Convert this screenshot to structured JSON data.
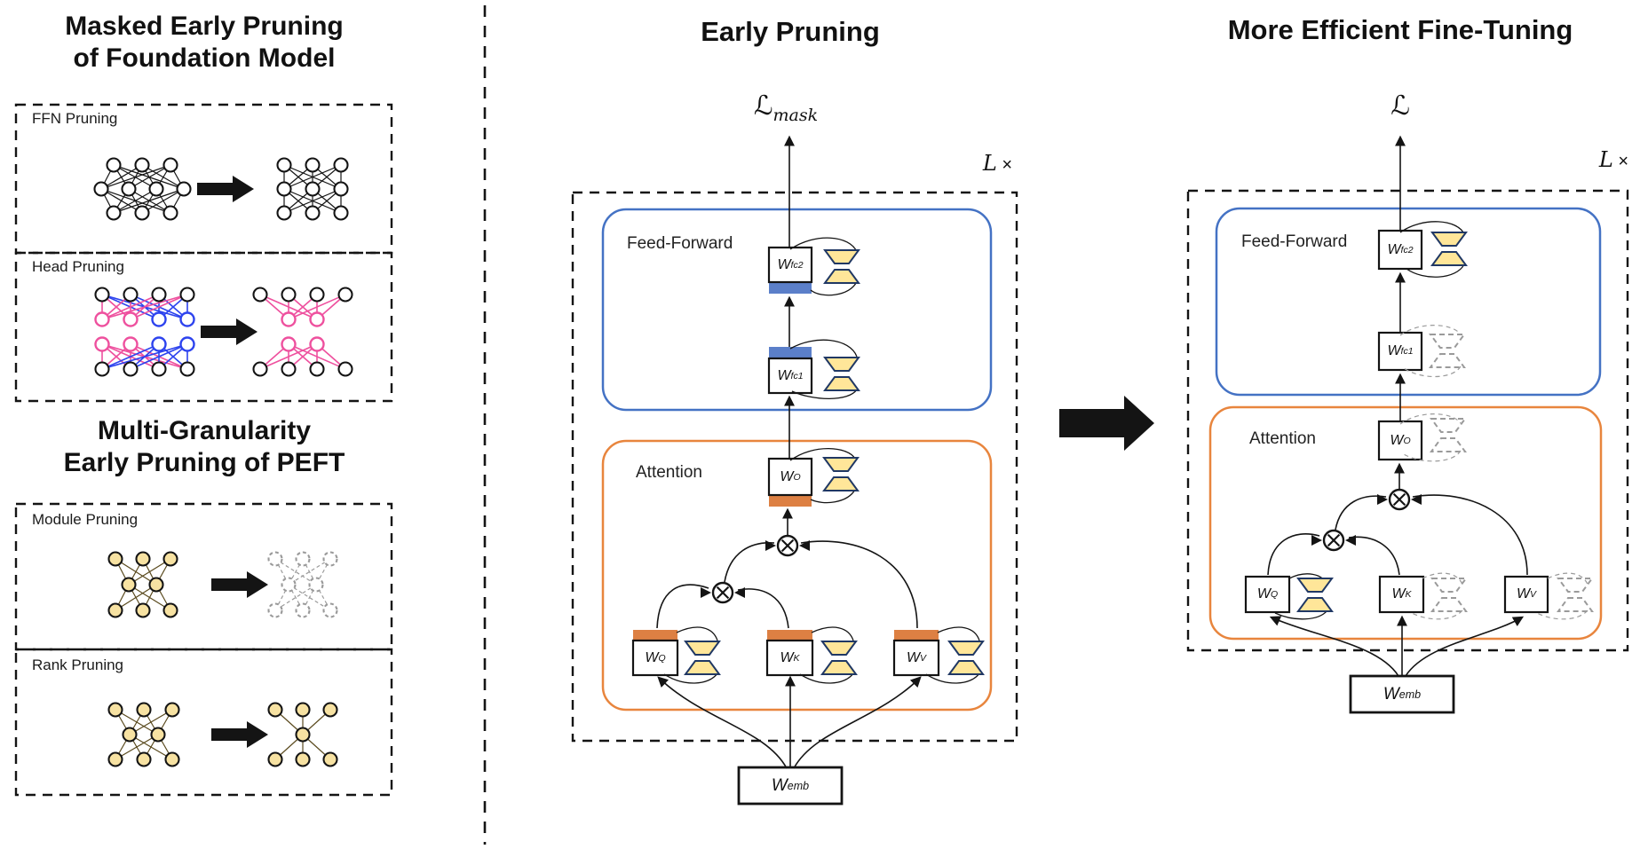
{
  "colors": {
    "accent_blue": "#4472c4",
    "accent_orange": "#e8853d",
    "bar_blue": "#5b7fc9",
    "bar_orange": "#dd8043",
    "adapter_fill": "#ffe699",
    "adapter_border": "#203864",
    "node_yellow": "#f7e2a2",
    "yellow_edge": "#5a4a1e",
    "pink": "#ee509e",
    "edge_blue": "#2d43ee",
    "pruned_gray": "#9a9a9a",
    "ink": "#141414"
  },
  "panels": {
    "left": {
      "title_top": [
        "Masked Early Pruning",
        "of Foundation Model"
      ],
      "title_bottom": [
        "Multi-Granularity",
        "Early Pruning of PEFT"
      ],
      "ffn_label": "FFN Pruning",
      "head_label": "Head Pruning",
      "module_label": "Module Pruning",
      "rank_label": "Rank Pruning"
    },
    "middle": {
      "title": "Early Pruning",
      "loss_base": "ℒ",
      "loss_sub": "mask",
      "layers": "L",
      "times": "×",
      "ff": "Feed-Forward",
      "attn": "Attention"
    },
    "right": {
      "title": "More Efficient Fine-Tuning",
      "loss_base": "ℒ",
      "layers": "L",
      "times": "×",
      "ff": "Feed-Forward",
      "attn": "Attention"
    }
  },
  "weights": {
    "fc2": {
      "base": "W",
      "sub": "fc2"
    },
    "fc1": {
      "base": "W",
      "sub": "fc1"
    },
    "o": {
      "base": "W",
      "sub": "O"
    },
    "q": {
      "base": "W",
      "sub": "Q"
    },
    "k": {
      "base": "W",
      "sub": "K"
    },
    "v": {
      "base": "W",
      "sub": "V"
    },
    "emb": {
      "base": "W",
      "sub": "emb"
    }
  }
}
